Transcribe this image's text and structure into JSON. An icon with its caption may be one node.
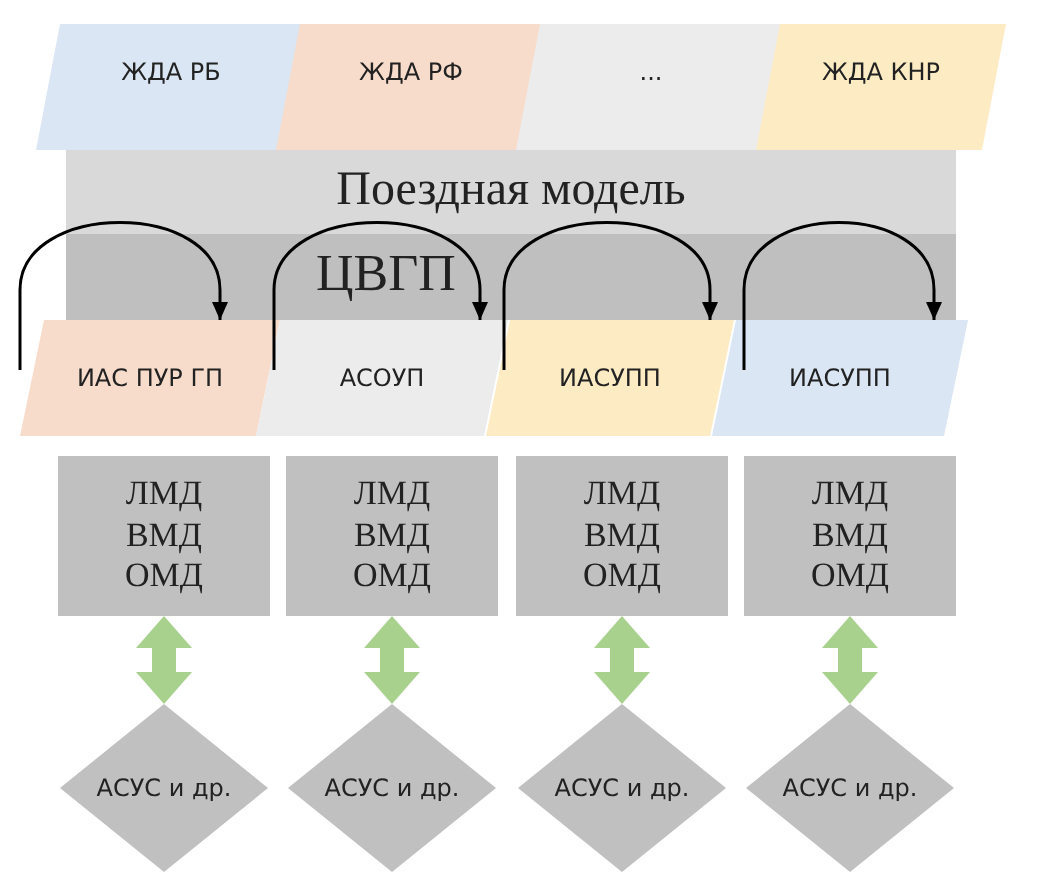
{
  "diagram": {
    "nodes": [
      {
        "text": [
          "ЖДА РБ"
        ]
      },
      {
        "text": [
          "ЖДА РФ"
        ]
      },
      {
        "text": [
          "..."
        ]
      },
      {
        "text": [
          "ЖДА КНР"
        ]
      },
      {
        "text": [
          "Поездная модель"
        ]
      },
      {
        "text": [
          "ЦВГП"
        ],
        "in": 4
      },
      {
        "text": [
          "ИАС ПУР ГП"
        ]
      },
      {
        "text": [
          "АСОУП"
        ]
      },
      {
        "text": [
          "ИАСУПП"
        ]
      },
      {
        "text": [
          "ИАСУПП"
        ]
      },
      {
        "text": [
          "ЛМД ВМД ОМД"
        ]
      },
      {
        "text": [
          "ЛМД ВМД ОМД"
        ]
      },
      {
        "text": [
          "ЛМД ВМД ОМД"
        ]
      },
      {
        "text": [
          "ЛМД ВМД ОМД"
        ]
      },
      {
        "text": [
          "АСУС и др."
        ]
      },
      {
        "text": [
          "АСУС и др."
        ]
      },
      {
        "text": [
          "АСУС и др."
        ]
      },
      {
        "text": [
          "АСУС и др."
        ]
      }
    ],
    "edges": [
      {
        "from": null,
        "to": 6,
        "arrow": "to"
      },
      {
        "from": null,
        "to": 7,
        "arrow": "to"
      },
      {
        "from": null,
        "to": 8,
        "arrow": "to"
      },
      {
        "from": null,
        "to": 9,
        "arrow": "to"
      },
      {
        "from": 10,
        "to": 14,
        "arrow": "both",
        "style": "thick",
        "color": "#a9d18e"
      },
      {
        "from": 11,
        "to": 15,
        "arrow": "both",
        "style": "thick",
        "color": "#a9d18e"
      },
      {
        "from": 12,
        "to": 16,
        "arrow": "both",
        "style": "thick",
        "color": "#a9d18e"
      },
      {
        "from": 13,
        "to": 17,
        "arrow": "both",
        "style": "thick",
        "color": "#a9d18e"
      }
    ]
  }
}
